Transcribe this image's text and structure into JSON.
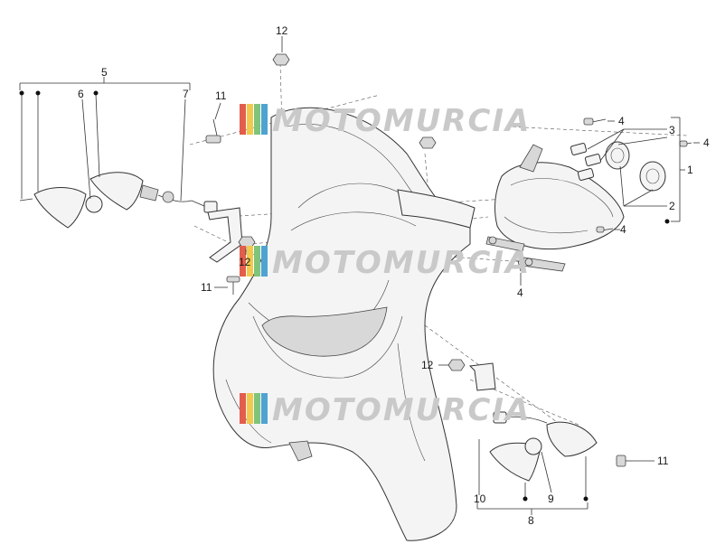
{
  "watermark": {
    "text": "MOTOMURCIA",
    "colors": [
      "#e35d4d",
      "#f2c94c",
      "#7fc47a",
      "#4fa3d1"
    ]
  },
  "callouts": {
    "n1": "1",
    "n2": "2",
    "n3": "3",
    "n4a": "4",
    "n4b": "4",
    "n4c": "4",
    "n4d": "4",
    "n5": "5",
    "n6": "6",
    "n7": "7",
    "n8": "8",
    "n9": "9",
    "n10": "10",
    "n11a": "11",
    "n11b": "11",
    "n11c": "11",
    "n12a": "12",
    "n12b": "12",
    "n12c": "12"
  }
}
